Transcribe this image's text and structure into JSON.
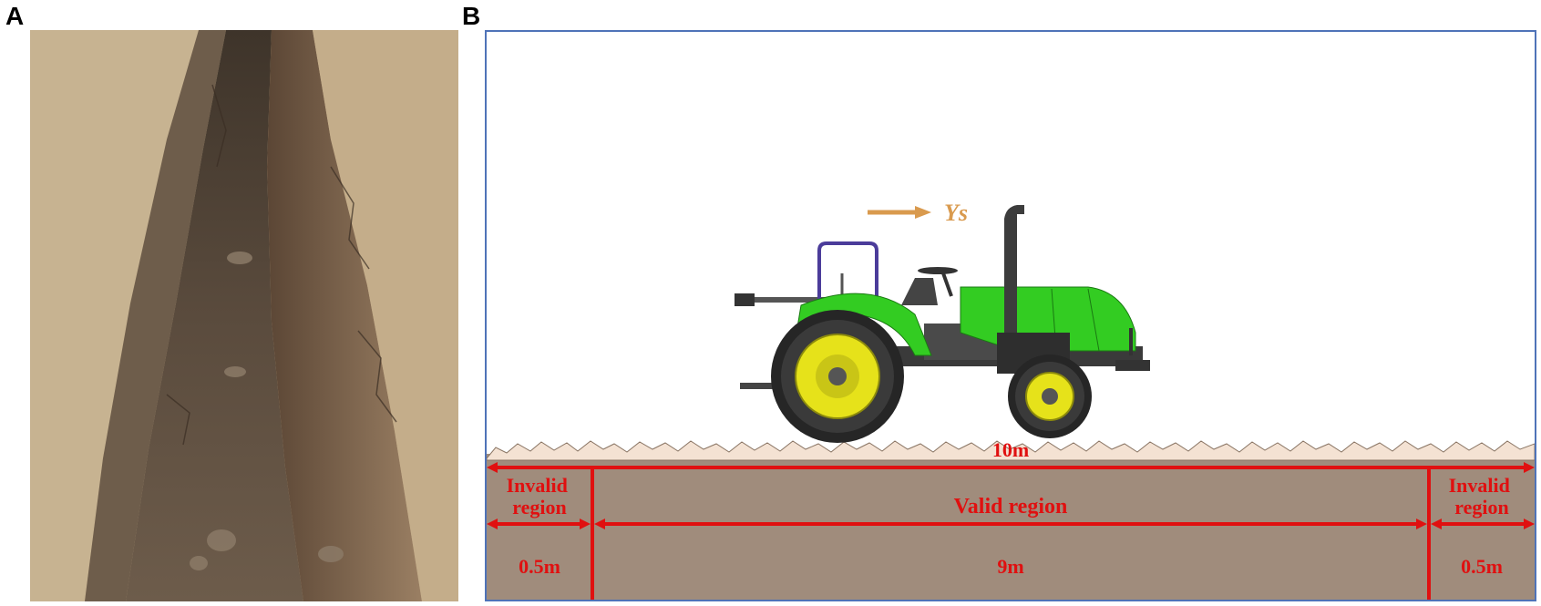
{
  "panels": {
    "a": {
      "letter": "A"
    },
    "b": {
      "letter": "B"
    }
  },
  "schematic": {
    "direction_label": "Ys",
    "total_length": "10m",
    "regions": [
      {
        "name": "Invalid\nregion",
        "length": "0.5m"
      },
      {
        "name": "Valid region",
        "length": "9m"
      },
      {
        "name": "Invalid\nregion",
        "length": "0.5m"
      }
    ]
  },
  "colors": {
    "dimension": "#e01010",
    "soil": "#a08c7c",
    "tractor_body": "#33cc22",
    "wheel_hub": "#e6e21a",
    "arrow": "#d99a4e",
    "frame": "#4f73b8"
  }
}
